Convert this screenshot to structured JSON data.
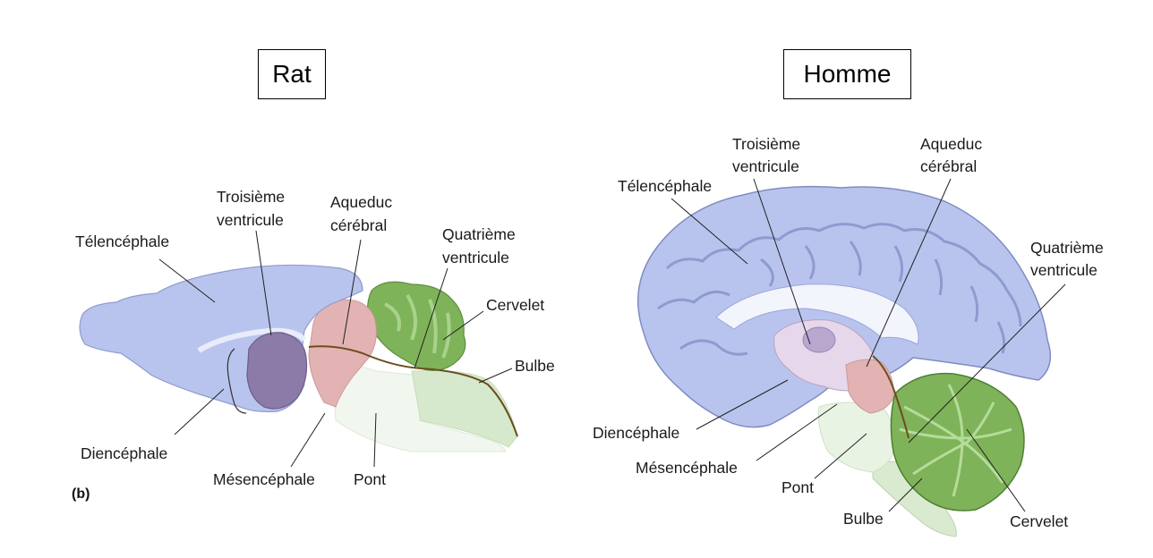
{
  "titles": {
    "left": "Rat",
    "right": "Homme"
  },
  "rat": {
    "panel_label": "(b)",
    "labels": {
      "telencephale": "Télencéphale",
      "troisieme_1": "Troisième",
      "troisieme_2": "ventricule",
      "aqueduc_1": "Aqueduc",
      "aqueduc_2": "cérébral",
      "quatrieme_1": "Quatrième",
      "quatrieme_2": "ventricule",
      "cervelet": "Cervelet",
      "bulbe": "Bulbe",
      "diencephale": "Diencéphale",
      "mesencephale": "Mésencéphale",
      "pont": "Pont"
    }
  },
  "human": {
    "labels": {
      "troisieme_1": "Troisième",
      "troisieme_2": "ventricule",
      "aqueduc_1": "Aqueduc",
      "aqueduc_2": "cérébral",
      "telencephale": "Télencéphale",
      "quatrieme_1": "Quatrième",
      "quatrieme_2": "ventricule",
      "diencephale": "Diencéphale",
      "mesencephale": "Mésencéphale",
      "pont": "Pont",
      "bulbe": "Bulbe",
      "cervelet": "Cervelet"
    }
  },
  "colors": {
    "telencephale": "#b9c4ee",
    "diencephale": "#8c7aa8",
    "mesencephale": "#e3b3b3",
    "cervelet": "#7fb35a",
    "pont": "#eef5ea",
    "bulbe": "#d9ead0"
  }
}
